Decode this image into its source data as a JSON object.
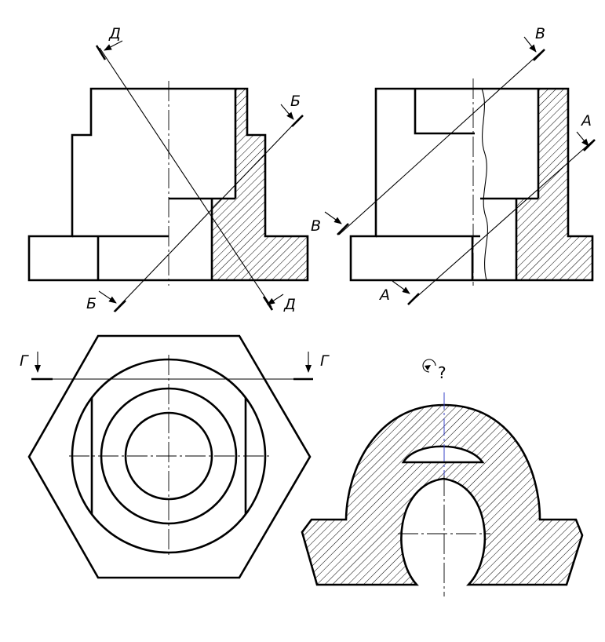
{
  "labels": {
    "section_d": "Д",
    "section_b": "Б",
    "section_v": "В",
    "section_a": "А",
    "section_g": "Г",
    "question": "?"
  },
  "icons": {
    "rotation": "rotation-arrow-icon"
  }
}
